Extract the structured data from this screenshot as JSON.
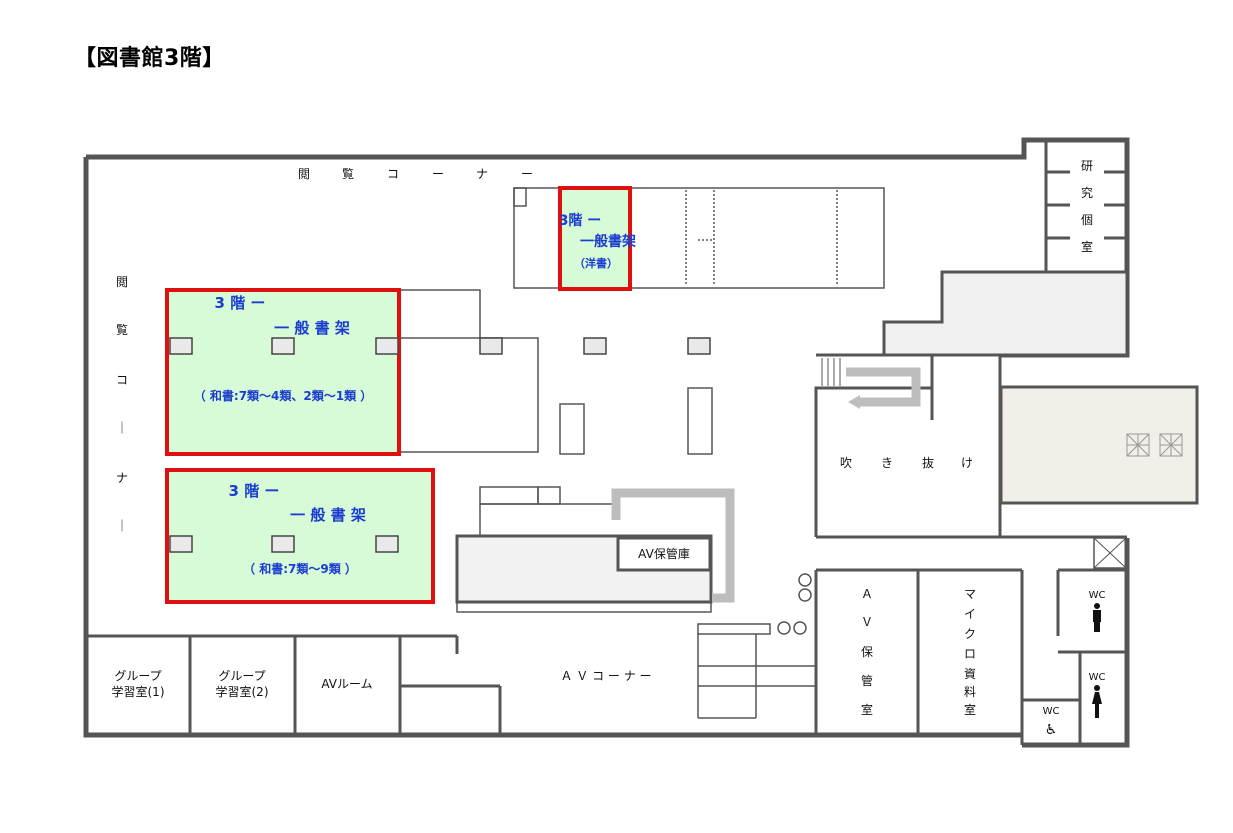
{
  "title": "【図書館3階】",
  "corridor_top": "閲覧コーナー",
  "corridor_left": "閲覧コーナー",
  "shelves": {
    "western": {
      "line1": "3階 ー",
      "line2": "一般書架",
      "line3": "（洋書）"
    },
    "japanese_a": {
      "line1": "3 階 ー",
      "line2": "一 般 書 架",
      "line3": "（ 和書:7類～4類、2類～1類 ）"
    },
    "japanese_b": {
      "line1": "3 階 ー",
      "line2": "一 般 書 架",
      "line3": "（ 和書:7類～9類 ）"
    }
  },
  "rooms": {
    "research": "研究個室",
    "atrium": "吹 き 抜 け",
    "av_storage": "AV保管庫",
    "av_store_vertical": "AV保管室",
    "micro": "マイクロ資料室",
    "group1_line1": "グループ",
    "group1_line2": "学習室(1)",
    "group2_line1": "グループ",
    "group2_line2": "学習室(2)",
    "av_room": "AVルーム",
    "av_corner": "Ａ Ｖ コ ー ナ ー",
    "wc_men": "WC",
    "wc_women": "WC",
    "wc_access": "WC"
  },
  "colors": {
    "wall": "#555555",
    "highlight": "#e01010",
    "shelf_fill": "#d6fbd6",
    "label_blue": "#1a3dd1"
  }
}
